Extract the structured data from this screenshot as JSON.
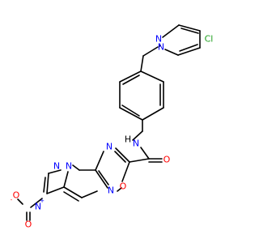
{
  "colors": {
    "bond": "#000000",
    "N": "#0000ff",
    "O": "#ff0000",
    "Cl": "#1fa01f",
    "C": "#000000"
  },
  "atoms": {
    "cl": "Cl",
    "n_pz_top_a": "N",
    "n_pz_top_b": "N",
    "n_amide": "N",
    "h_amide": "H",
    "o_carbonyl": "O",
    "n_oxd_top": "N",
    "n_oxd_bottom": "N",
    "o_oxd": "O",
    "n_pz_bot_a": "N",
    "n_pz_bot_b": "N",
    "n_nitro": "N",
    "nitro_plus": "+",
    "o_nitro_left": "O",
    "o_nitro_minus": "-",
    "o_nitro_bottom": "O"
  }
}
